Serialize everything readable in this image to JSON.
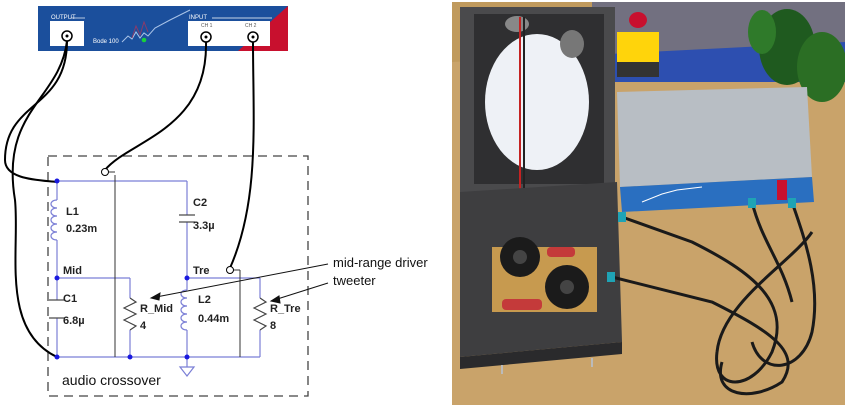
{
  "device": {
    "name": "Bode 100",
    "output_label": "OUTPUT",
    "input_label": "INPUT",
    "ch1_label": "CH 1",
    "ch2_label": "CH 2"
  },
  "circuit": {
    "components": [
      {
        "ref": "L1",
        "value": "0.23m"
      },
      {
        "ref": "C2",
        "value": "3.3µ"
      },
      {
        "ref": "C1",
        "value": "6.8µ"
      },
      {
        "ref": "R_Mid",
        "value": "4"
      },
      {
        "ref": "L2",
        "value": "0.44m"
      },
      {
        "ref": "R_Tre",
        "value": "8"
      }
    ],
    "nodes": [
      "Mid",
      "Tre"
    ],
    "box_label": "audio crossover"
  },
  "annotations": {
    "mid_range": "mid-range driver",
    "tweeter": "tweeter"
  },
  "colors": {
    "device_blue": "#1b4f9c",
    "device_red": "#c8102e",
    "wire_blue": "#7b7fd6",
    "node_blue": "#1a1adf"
  }
}
